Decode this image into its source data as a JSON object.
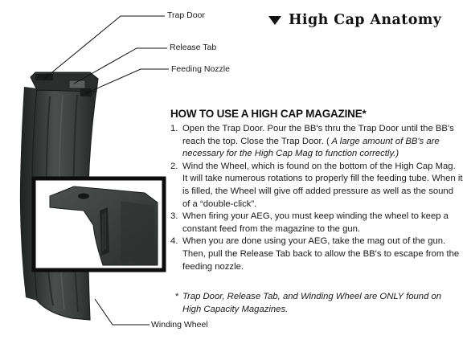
{
  "title": "High Cap Anatomy",
  "callouts": {
    "trap_door": "Trap Door",
    "release_tab": "Release Tab",
    "feeding_nozzle": "Feeding Nozzle",
    "winding_wheel": "Winding Wheel"
  },
  "instructions": {
    "heading": "HOW TO USE A HIGH CAP MAGAZINE*",
    "steps": [
      {
        "num": "1.",
        "text": "Open the Trap Door. Pour the BB's thru the Trap Door until the BB's reach the top. Close the Trap Door. (",
        "note": " A large amount of BB's are necessary for the High Cap Mag to function correctly.)"
      },
      {
        "num": "2.",
        "text": "Wind the Wheel, which is found on the bottom of the High Cap Mag. It will take numerous rotations to properly fill the feeding tube. When it is filled, the Wheel will give off added pressure as well as the sound of a “double-click”.",
        "note": ""
      },
      {
        "num": "3.",
        "text": "When firing your AEG, you must keep winding the wheel to keep a constant feed from the magazine to the gun.",
        "note": ""
      },
      {
        "num": "4.",
        "text": "When you are done using your AEG, take the mag out of the gun. Then, pull the Release Tab back to allow the BB's to escape from the feeding nozzle.",
        "note": ""
      }
    ],
    "footnote_star": "*",
    "footnote": "Trap Door, Release Tab, and Winding Wheel are ONLY found on High Capacity Magazines."
  },
  "colors": {
    "magazine_body": "#3a3d3c",
    "magazine_edge": "#1e2020",
    "inset_frame": "#0d0d0d"
  }
}
